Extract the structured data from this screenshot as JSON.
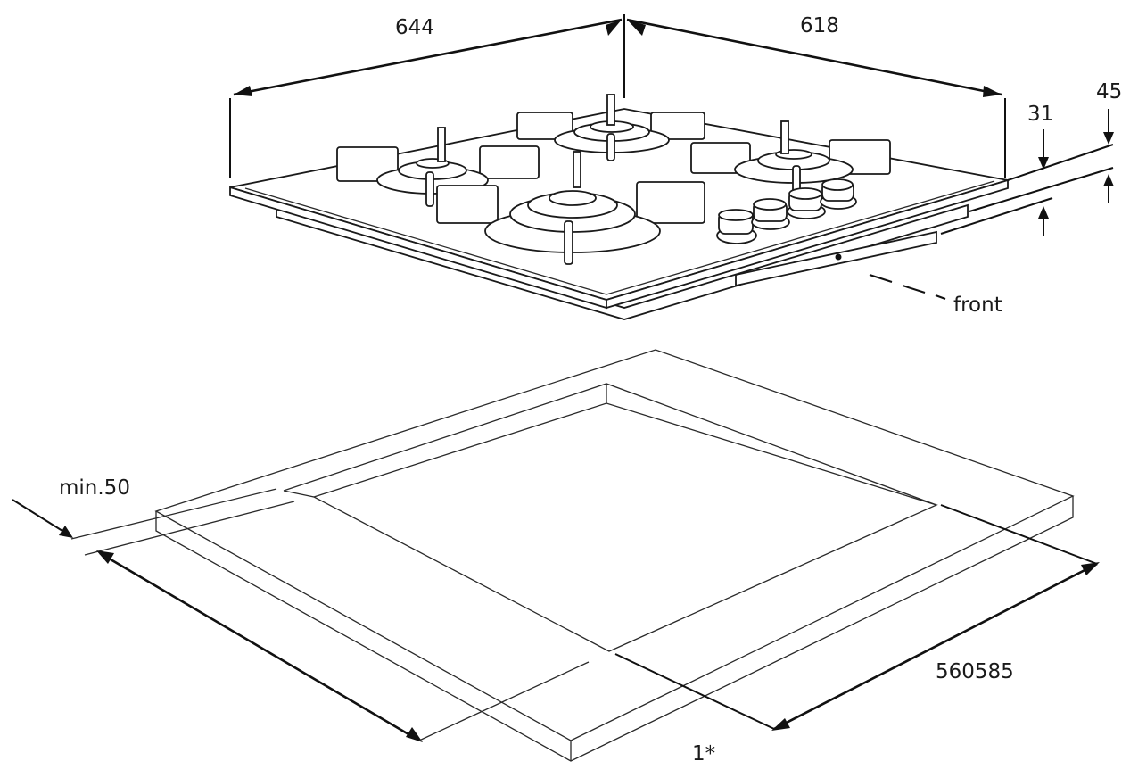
{
  "labels": {
    "width_top": "644",
    "depth_top": "618",
    "height_glass": "31",
    "height_total": "45",
    "front": "front",
    "min_clearance": "min.50",
    "cutout_dims": "560585",
    "note": "1*"
  }
}
